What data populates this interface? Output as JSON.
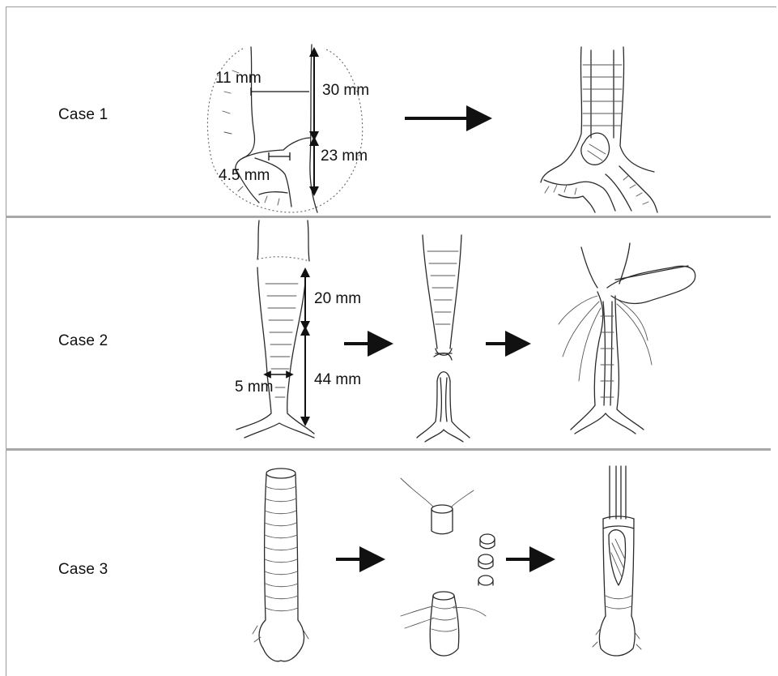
{
  "cases": [
    {
      "label": "Case 1",
      "measurements": [
        "11 mm",
        "30 mm",
        "23 mm",
        "4.5 mm"
      ]
    },
    {
      "label": "Case 2",
      "measurements": [
        "20 mm",
        "5 mm",
        "44 mm"
      ]
    },
    {
      "label": "Case 3",
      "measurements": []
    }
  ]
}
